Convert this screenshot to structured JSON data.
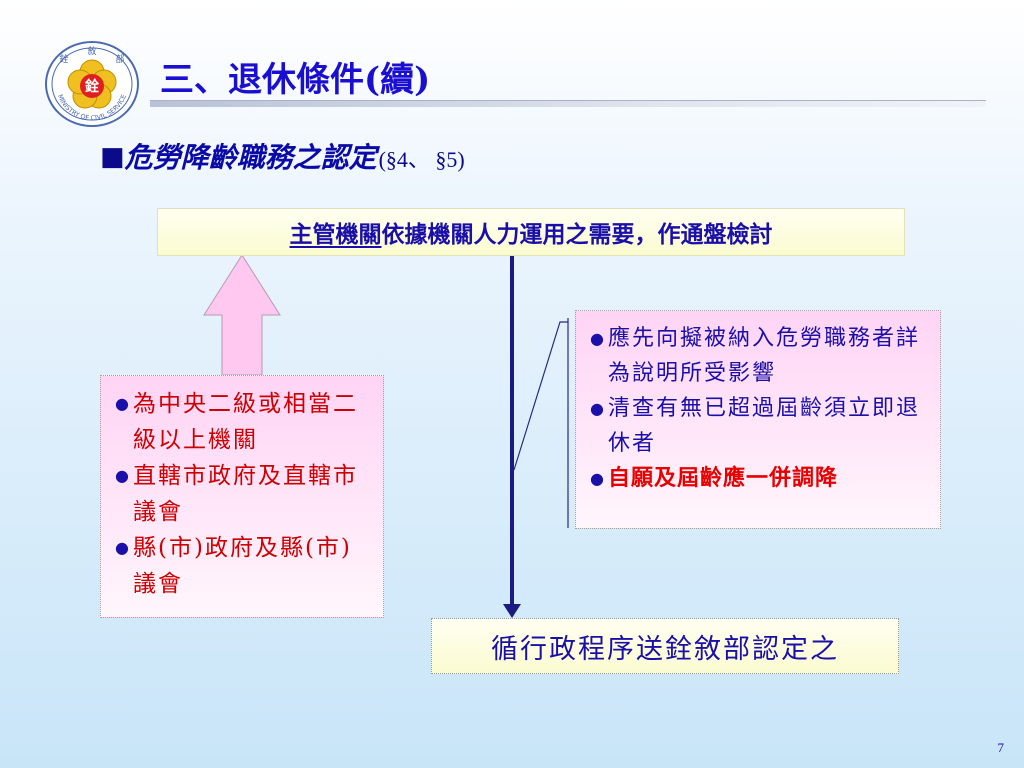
{
  "logo": {
    "top_chars": [
      "銓",
      "敘",
      "部"
    ],
    "center_char": "銓",
    "ring_text": "MINISTRY OF CIVIL SERVICE",
    "colors": {
      "ring": "#4a6bb0",
      "flower": "#f0c020",
      "center": "#e02020"
    }
  },
  "title": "三、退休條件(續)",
  "heading": {
    "bullet": "■",
    "text": "危勞降齡職務之認定",
    "ref": "(§4、 §5)"
  },
  "top_box": {
    "underlined": "主管機關",
    "rest": "依據機關人力運用之需要，作通盤檢討"
  },
  "left_box": {
    "items": [
      "為中央二級或相當二級以上機關",
      "直轄市政府及直轄市議會",
      "縣(市)政府及縣(市)議會"
    ]
  },
  "right_box": {
    "items": [
      "應先向擬被納入危勞職務者詳為說明所受影響",
      "清查有無已超過屆齡須立即退休者",
      "自願及屆齡應一併調降"
    ]
  },
  "bottom_box": "循行政程序送銓敘部認定之",
  "page_number": "7",
  "colors": {
    "title": "#1a0fd0",
    "body_text": "#1a0fa8",
    "highlight_red": "#e60000",
    "arrow_pink": "#ffc8f0",
    "flow_line": "#1a1a80"
  }
}
